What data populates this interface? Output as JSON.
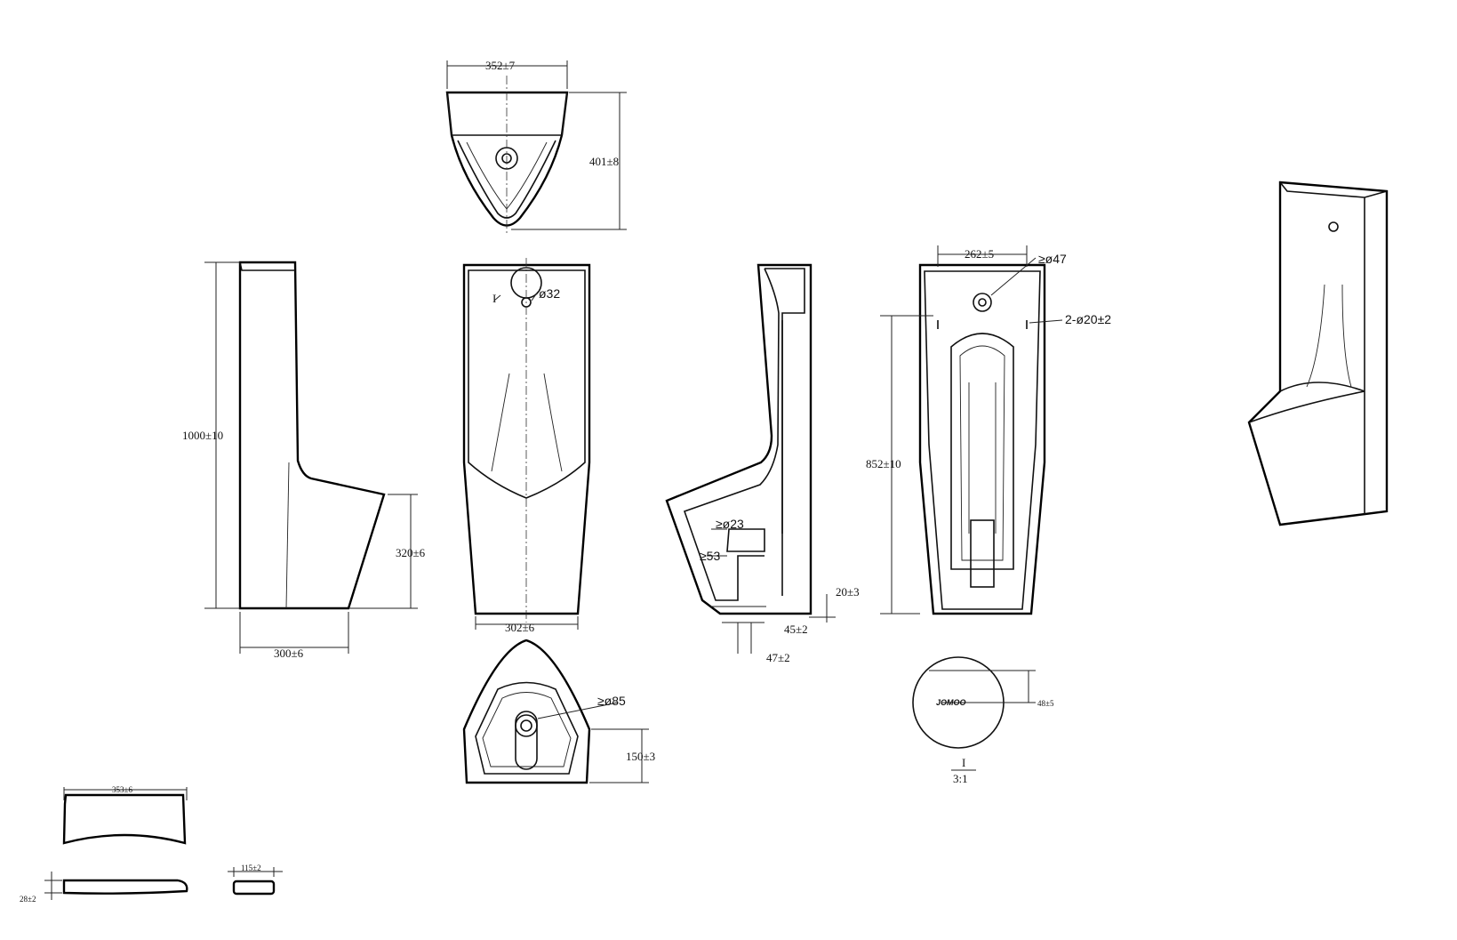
{
  "logo_text": "JOMOO",
  "top_view": {
    "width": "352±7",
    "depth": "401±8"
  },
  "side_view": {
    "height": "1000±10",
    "front_height": "320±6",
    "depth": "300±6"
  },
  "front_view": {
    "detail_mark": "I",
    "inlet": "ø32",
    "width": "302±6"
  },
  "bottom_view": {
    "outlet": "≥ø85",
    "height": "150±3"
  },
  "section_view": {
    "trap1": "≥ø23",
    "trap2": "≥53",
    "base_gap": "20±3",
    "outlet_offset": "45±2",
    "outlet_dia": "47±2"
  },
  "rear_view": {
    "width": "262±5",
    "inlet": "≥ø47",
    "mount_holes": "2-ø20±2",
    "height": "852±10"
  },
  "detail_view": {
    "depth": "48±5",
    "label": "I",
    "scale": "3:1"
  },
  "cover": {
    "width": "353±6",
    "thickness": "28±2",
    "depth": "115±2"
  }
}
